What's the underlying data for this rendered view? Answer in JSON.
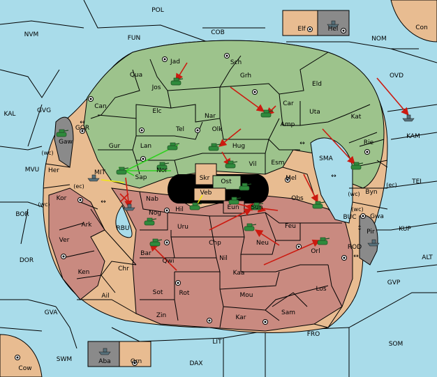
{
  "colors": {
    "sea": "#a9dcea",
    "green": "#9dc38c",
    "red": "#c98a80",
    "neutral": "#e8bc91",
    "grey": "#8a8a8a",
    "hub": "#000000",
    "order_move": "#cc1a10",
    "order_support_yellow": "#f0ea10",
    "order_support_green": "#30d020",
    "unit_army": "#2f8a3c",
    "unit_fleet": "#56707a"
  },
  "sea_regions": [
    "POL",
    "NVM",
    "FUN",
    "COB",
    "NOM",
    "OVD",
    "KAL",
    "GVG",
    "MVU",
    "BOR",
    "DOR",
    "GVA",
    "SWM",
    "DAX",
    "LIT",
    "FRO",
    "SOM",
    "GVP",
    "ALT",
    "KUP",
    "TEI",
    "KAM",
    "SMA",
    "BUC",
    "ROD",
    "GOR",
    "MIT",
    "RBU"
  ],
  "provinces": {
    "green": [
      "Jad",
      "Sch",
      "Qua",
      "Jos",
      "Grh",
      "Eld",
      "Can",
      "Elc",
      "Nar",
      "Car",
      "Tel",
      "Olk",
      "Amp",
      "Kat",
      "Uta",
      "Gur",
      "Lan",
      "Hug",
      "Nor",
      "Sap",
      "Vil",
      "Esm",
      "Mel",
      "Obs",
      "Gaw"
    ],
    "red": [
      "Nab",
      "Nog",
      "Hil",
      "Uru",
      "Sun",
      "Feu",
      "Chp",
      "Neu",
      "Orl",
      "Bar",
      "Qwi",
      "Nil",
      "Kaa",
      "Sot",
      "Rot",
      "Mou",
      "Zin",
      "Kar",
      "Sam",
      "Ark",
      "Ver",
      "Ken",
      "Ail",
      "Kor"
    ],
    "neutral": [
      "Her",
      "Chr",
      "Rie",
      "Byn",
      "Los",
      "Gwa",
      "Elf",
      "Orn",
      "Con",
      "Cow"
    ],
    "grey": [
      "Gaw",
      "Pir",
      "Hel",
      "Aba",
      "Skr",
      "Ost",
      "Veb",
      "Eun"
    ]
  },
  "coast_tags": [
    "(wc)",
    "(ec)",
    "(wc)",
    "(wc)",
    "(ec)",
    "(wc)"
  ],
  "arrows": {
    "GOR": "↔",
    "MIT": "↔",
    "SMA": "↔",
    "BUC": "↕",
    "ROD": "↔",
    "GVG_link": "↔"
  },
  "map_title": ""
}
